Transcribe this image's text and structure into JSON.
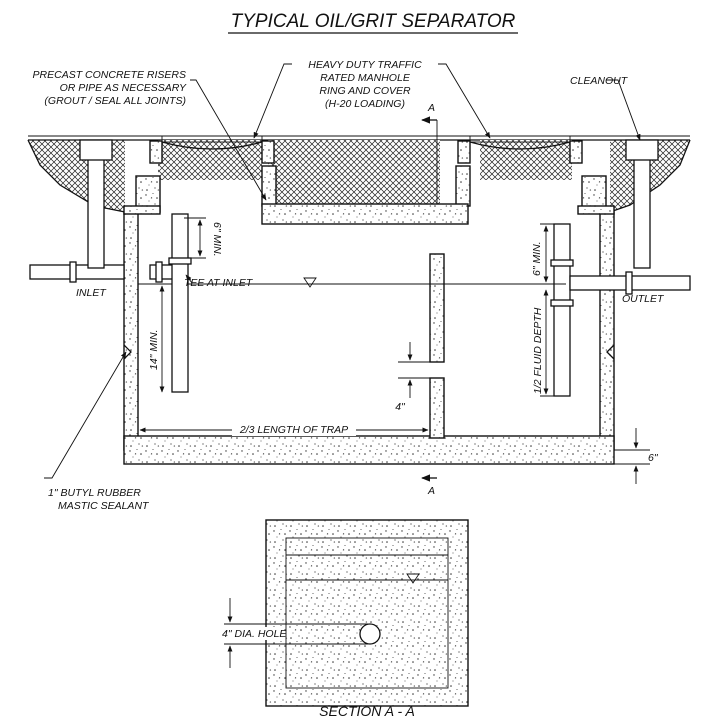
{
  "title": "TYPICAL OIL/GRIT SEPARATOR",
  "labels": {
    "risers_1": "PRECAST CONCRETE RISERS",
    "risers_2": "OR PIPE AS NECESSARY",
    "risers_3": "(GROUT / SEAL ALL JOINTS)",
    "manhole_1": "HEAVY DUTY TRAFFIC",
    "manhole_2": "RATED MANHOLE",
    "manhole_3": "RING AND COVER",
    "manhole_4": "(H-20 LOADING)",
    "cleanout": "CLEANOUT",
    "section_mark": "A",
    "inlet": "INLET",
    "tee_at_inlet": "TEE AT INLET",
    "outlet": "OUTLET",
    "six_min_left": "6\" MIN.",
    "six_min_right": "6\" MIN.",
    "fourteen_min": "14\" MIN.",
    "half_fluid_depth": "1/2 FLUID DEPTH",
    "four_inch": "4\"",
    "two_thirds_length": "2/3 LENGTH OF TRAP",
    "six_inch": "6\"",
    "sealant_1": "1\" BUTYL RUBBER",
    "sealant_2": "MASTIC SEALANT",
    "dia_hole": "4\" DIA. HOLE",
    "section_title": "SECTION A - A"
  },
  "colors": {
    "line": "#111111",
    "background": "#ffffff"
  }
}
